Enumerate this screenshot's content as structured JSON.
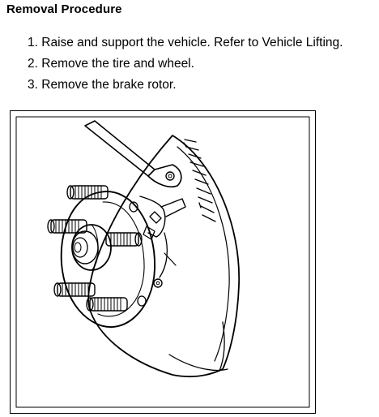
{
  "procedure": {
    "heading": "Removal Procedure",
    "steps": [
      {
        "number": "1.",
        "text": "Raise and support the vehicle. Refer to Vehicle Lifting."
      },
      {
        "number": "2.",
        "text": "Remove the tire and wheel."
      },
      {
        "number": "3.",
        "text": "Remove the brake rotor."
      }
    ]
  },
  "figure": {
    "subject": "wheel-hub-and-brake-shield-line-drawing"
  }
}
